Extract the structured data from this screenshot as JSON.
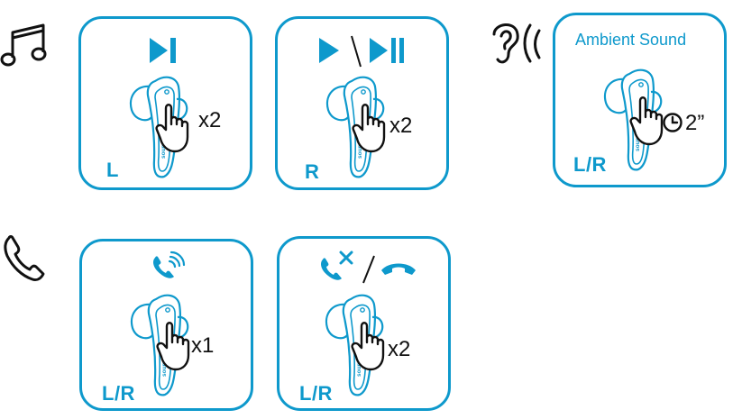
{
  "sections": {
    "music": {
      "icon": "music-note-icon"
    },
    "ambient": {
      "icon": "ear-sound-icon"
    },
    "call": {
      "icon": "phone-icon"
    }
  },
  "cards": {
    "next_track": {
      "action_icon": "next-track-icon",
      "taps": "x2",
      "side": "L"
    },
    "play_pause": {
      "action_icon": "play-pause-icon",
      "taps": "x2",
      "side": "R"
    },
    "ambient_sound": {
      "title": "Ambient Sound",
      "action_icon": "clock-icon",
      "hold": "2”",
      "side": "L/R"
    },
    "answer_call": {
      "action_icon": "phone-ringing-icon",
      "taps": "x1",
      "side": "L/R"
    },
    "reject_end_call": {
      "action_icon": "phone-reject-icon",
      "action_icon_2": "hang-up-icon",
      "taps": "x2",
      "side": "L/R"
    }
  },
  "colors": {
    "accent": "#0e99cc",
    "ink": "#111111"
  }
}
